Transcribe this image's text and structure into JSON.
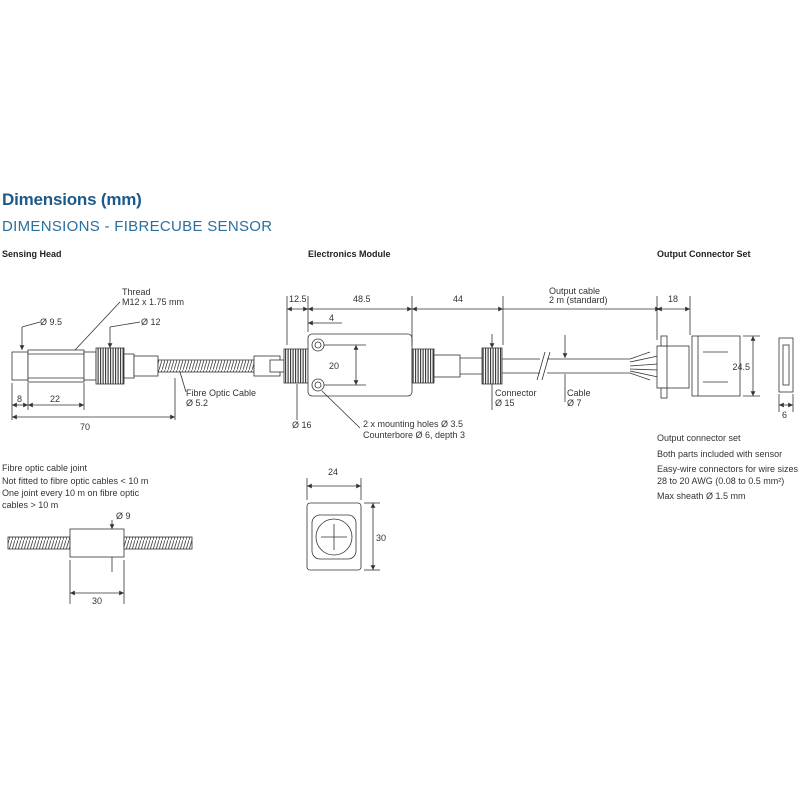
{
  "header": {
    "title": "Dimensions (mm)",
    "subtitle": "DIMENSIONS - FIBRECUBE SENSOR"
  },
  "sections": {
    "sensing_head": "Sensing Head",
    "electronics_module": "Electronics Module",
    "output_connector_set": "Output Connector Set"
  },
  "sensing_head": {
    "thread_label": "Thread",
    "thread_spec": "M12 x 1.75 mm",
    "dia_tip": "Ø 9.5",
    "dia_nut": "Ø 12",
    "fibre_cable_label": "Fibre Optic Cable",
    "fibre_cable_dia": "Ø 5.2",
    "dim_8": "8",
    "dim_22": "22",
    "dim_70": "70"
  },
  "electronics": {
    "dim_12_5": "12.5",
    "dim_48_5": "48.5",
    "dim_44": "44",
    "dim_4": "4",
    "dim_20": "20",
    "dia_16": "Ø 16",
    "mounting_holes": "2 x mounting holes Ø 3.5",
    "counterbore": "Counterbore Ø 6, depth 3",
    "connector_label": "Connector",
    "connector_dia": "Ø 15",
    "cable_label": "Cable",
    "cable_dia": "Ø 7",
    "output_cable_label": "Output cable",
    "output_cable_len": "2 m (standard)",
    "front_width": "24",
    "front_height": "30"
  },
  "connector": {
    "dim_18": "18",
    "dim_24_5": "24.5",
    "dim_6": "6",
    "notes": [
      "Output connector set",
      "Both parts included with sensor",
      "Easy-wire connectors for wire sizes",
      "28 to 20 AWG (0.08 to 0.5 mm²)",
      "Max sheath Ø 1.5 mm"
    ]
  },
  "joint": {
    "notes": [
      "Fibre optic cable joint",
      "Not fitted to fibre optic cables < 10 m",
      "One joint every 10 m on fibre optic",
      "cables > 10 m"
    ],
    "dia_9": "Ø 9",
    "dim_30": "30"
  },
  "colors": {
    "title": "#1d5a8a",
    "subtitle": "#2a6f9e",
    "line": "#333333"
  }
}
